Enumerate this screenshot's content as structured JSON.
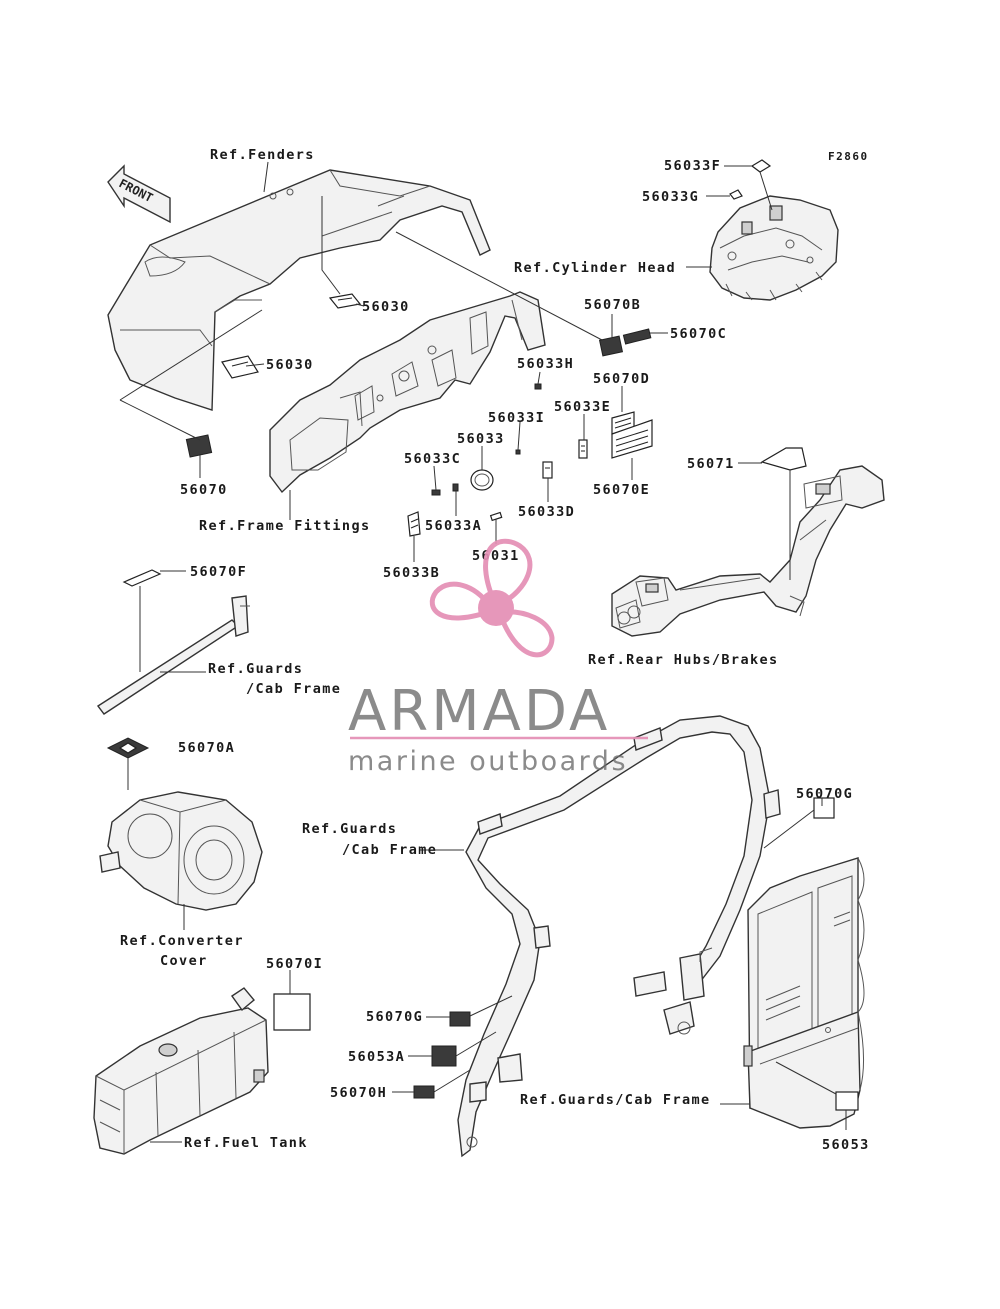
{
  "figure_code": "F2860",
  "front_marker": "FRONT",
  "watermark": {
    "title": "ARMADA",
    "subtitle": "marine outboards",
    "logo_color": "#e48fb5",
    "line_color": "#e48fb5"
  },
  "references": {
    "fenders": "Ref.Fenders",
    "cylinder_head": "Ref.Cylinder Head",
    "frame_fittings": "Ref.Frame Fittings",
    "rear_hubs_brakes": "Ref.Rear Hubs/Brakes",
    "guards_cab_frame_top": "Ref.Guards",
    "guards_cab_frame_top_2": "/Cab Frame",
    "guards_cab_frame_mid": "Ref.Guards",
    "guards_cab_frame_mid_2": "/Cab Frame",
    "converter_cover": "Ref.Converter",
    "converter_cover_2": "Cover",
    "fuel_tank": "Ref.Fuel Tank",
    "guards_cab_frame_bottom": "Ref.Guards/Cab Frame"
  },
  "parts": {
    "p56030_a": "56030",
    "p56030_b": "56030",
    "p56070": "56070",
    "p56033F": "56033F",
    "p56033G": "56033G",
    "p56070B": "56070B",
    "p56070C": "56070C",
    "p56033H": "56033H",
    "p56070D": "56070D",
    "p56033E": "56033E",
    "p56033I": "56033I",
    "p56033": "56033",
    "p56033C": "56033C",
    "p56070E": "56070E",
    "p56071": "56071",
    "p56033D": "56033D",
    "p56033A": "56033A",
    "p56031": "56031",
    "p56033B": "56033B",
    "p56070F": "56070F",
    "p56070A": "56070A",
    "p56070G_a": "56070G",
    "p56070G_b": "56070G",
    "p56070I": "56070I",
    "p56053A": "56053A",
    "p56070H": "56070H",
    "p56053": "56053"
  }
}
